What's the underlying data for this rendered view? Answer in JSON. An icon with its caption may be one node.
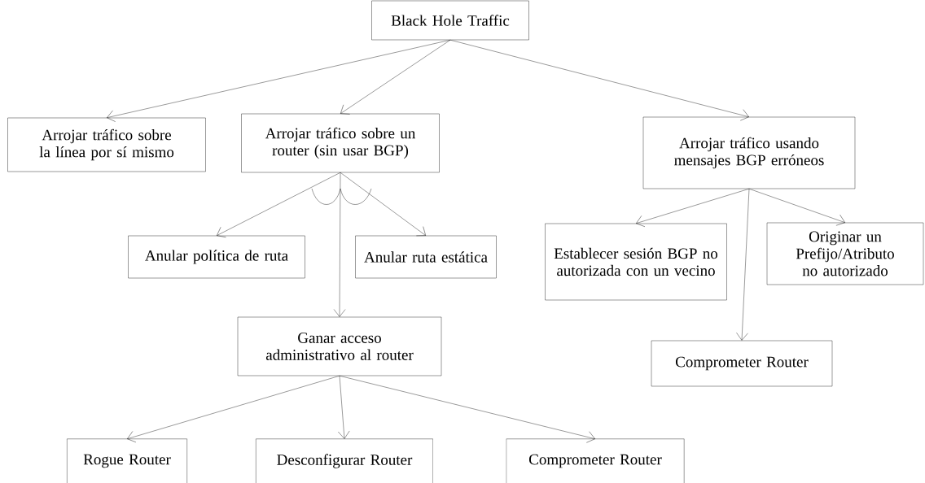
{
  "diagram": {
    "nodes": [
      {
        "text": [
          "Black Hole Traffic"
        ]
      },
      {
        "text": [
          "Arrojar tráfico sobre la línea por sí mismo"
        ]
      },
      {
        "text": [
          "Arrojar tráfico sobre un router (sin usar BGP)"
        ]
      },
      {
        "text": [
          "Arrojar tráfico usando mensajes BGP erróneos"
        ]
      },
      {
        "text": [
          "Anular política de ruta"
        ]
      },
      {
        "text": [
          "Anular ruta estática"
        ]
      },
      {
        "text": [
          "Establecer sesión BGP no autorizada con un vecino"
        ]
      },
      {
        "text": [
          "Originar un Prefijo/Atributo no autorizado"
        ]
      },
      {
        "text": [
          "Comprometer Router"
        ]
      },
      {
        "text": [
          "Ganar acceso administrativo al router"
        ]
      },
      {
        "text": [
          "Rogue Router"
        ]
      },
      {
        "text": [
          "Desconfigurar Router"
        ]
      },
      {
        "text": [
          "Comprometer Router"
        ]
      }
    ],
    "edges": [
      {
        "from": 0,
        "to": 1,
        "arrow": "to"
      },
      {
        "from": 0,
        "to": 2,
        "arrow": "to"
      },
      {
        "from": 0,
        "to": 3,
        "arrow": "to"
      },
      {
        "from": 2,
        "to": 4,
        "arrow": "to"
      },
      {
        "from": 2,
        "to": 9,
        "arrow": "to"
      },
      {
        "from": 2,
        "to": 5,
        "arrow": "to"
      },
      {
        "from": 3,
        "to": 6,
        "arrow": "to"
      },
      {
        "from": 3,
        "to": 8,
        "arrow": "to"
      },
      {
        "from": 3,
        "to": 7,
        "arrow": "to"
      },
      {
        "from": 9,
        "to": 10,
        "arrow": "to"
      },
      {
        "from": 9,
        "to": 11,
        "arrow": "to"
      },
      {
        "from": 9,
        "to": 12,
        "arrow": "to"
      }
    ]
  }
}
